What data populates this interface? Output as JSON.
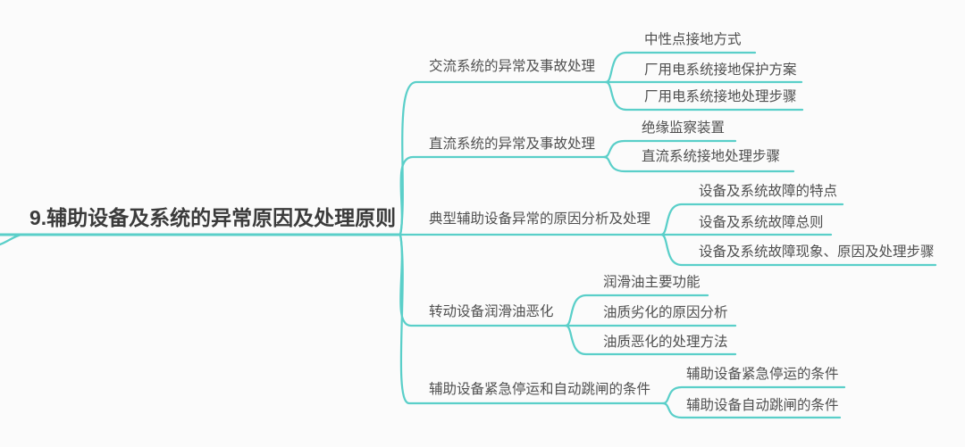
{
  "root": {
    "label": "9.辅助设备及系统的异常原因及处理原则"
  },
  "branches": [
    {
      "label": "交流系统的异常及事故处理",
      "children": [
        "中性点接地方式",
        "厂用电系统接地保护方案",
        "厂用电系统接地处理步骤"
      ]
    },
    {
      "label": "直流系统的异常及事故处理",
      "children": [
        "绝缘监察装置",
        "直流系统接地处理步骤"
      ]
    },
    {
      "label": "典型辅助设备异常的原因分析及处理",
      "children": [
        "设备及系统故障的特点",
        "设备及系统故障总则",
        "设备及系统故障现象、原因及处理步骤"
      ]
    },
    {
      "label": "转动设备润滑油恶化",
      "children": [
        "润滑油主要功能",
        "油质劣化的原因分析",
        "油质恶化的处理方法"
      ]
    },
    {
      "label": "辅助设备紧急停运和自动跳闸的条件",
      "children": [
        "辅助设备紧急停运的条件",
        "辅助设备自动跳闸的条件"
      ]
    }
  ],
  "colors": {
    "line": "#5acfc9",
    "label_text": "#4f4f4f",
    "root_text": "#3b3b3b",
    "background": "#fbfbfb"
  }
}
